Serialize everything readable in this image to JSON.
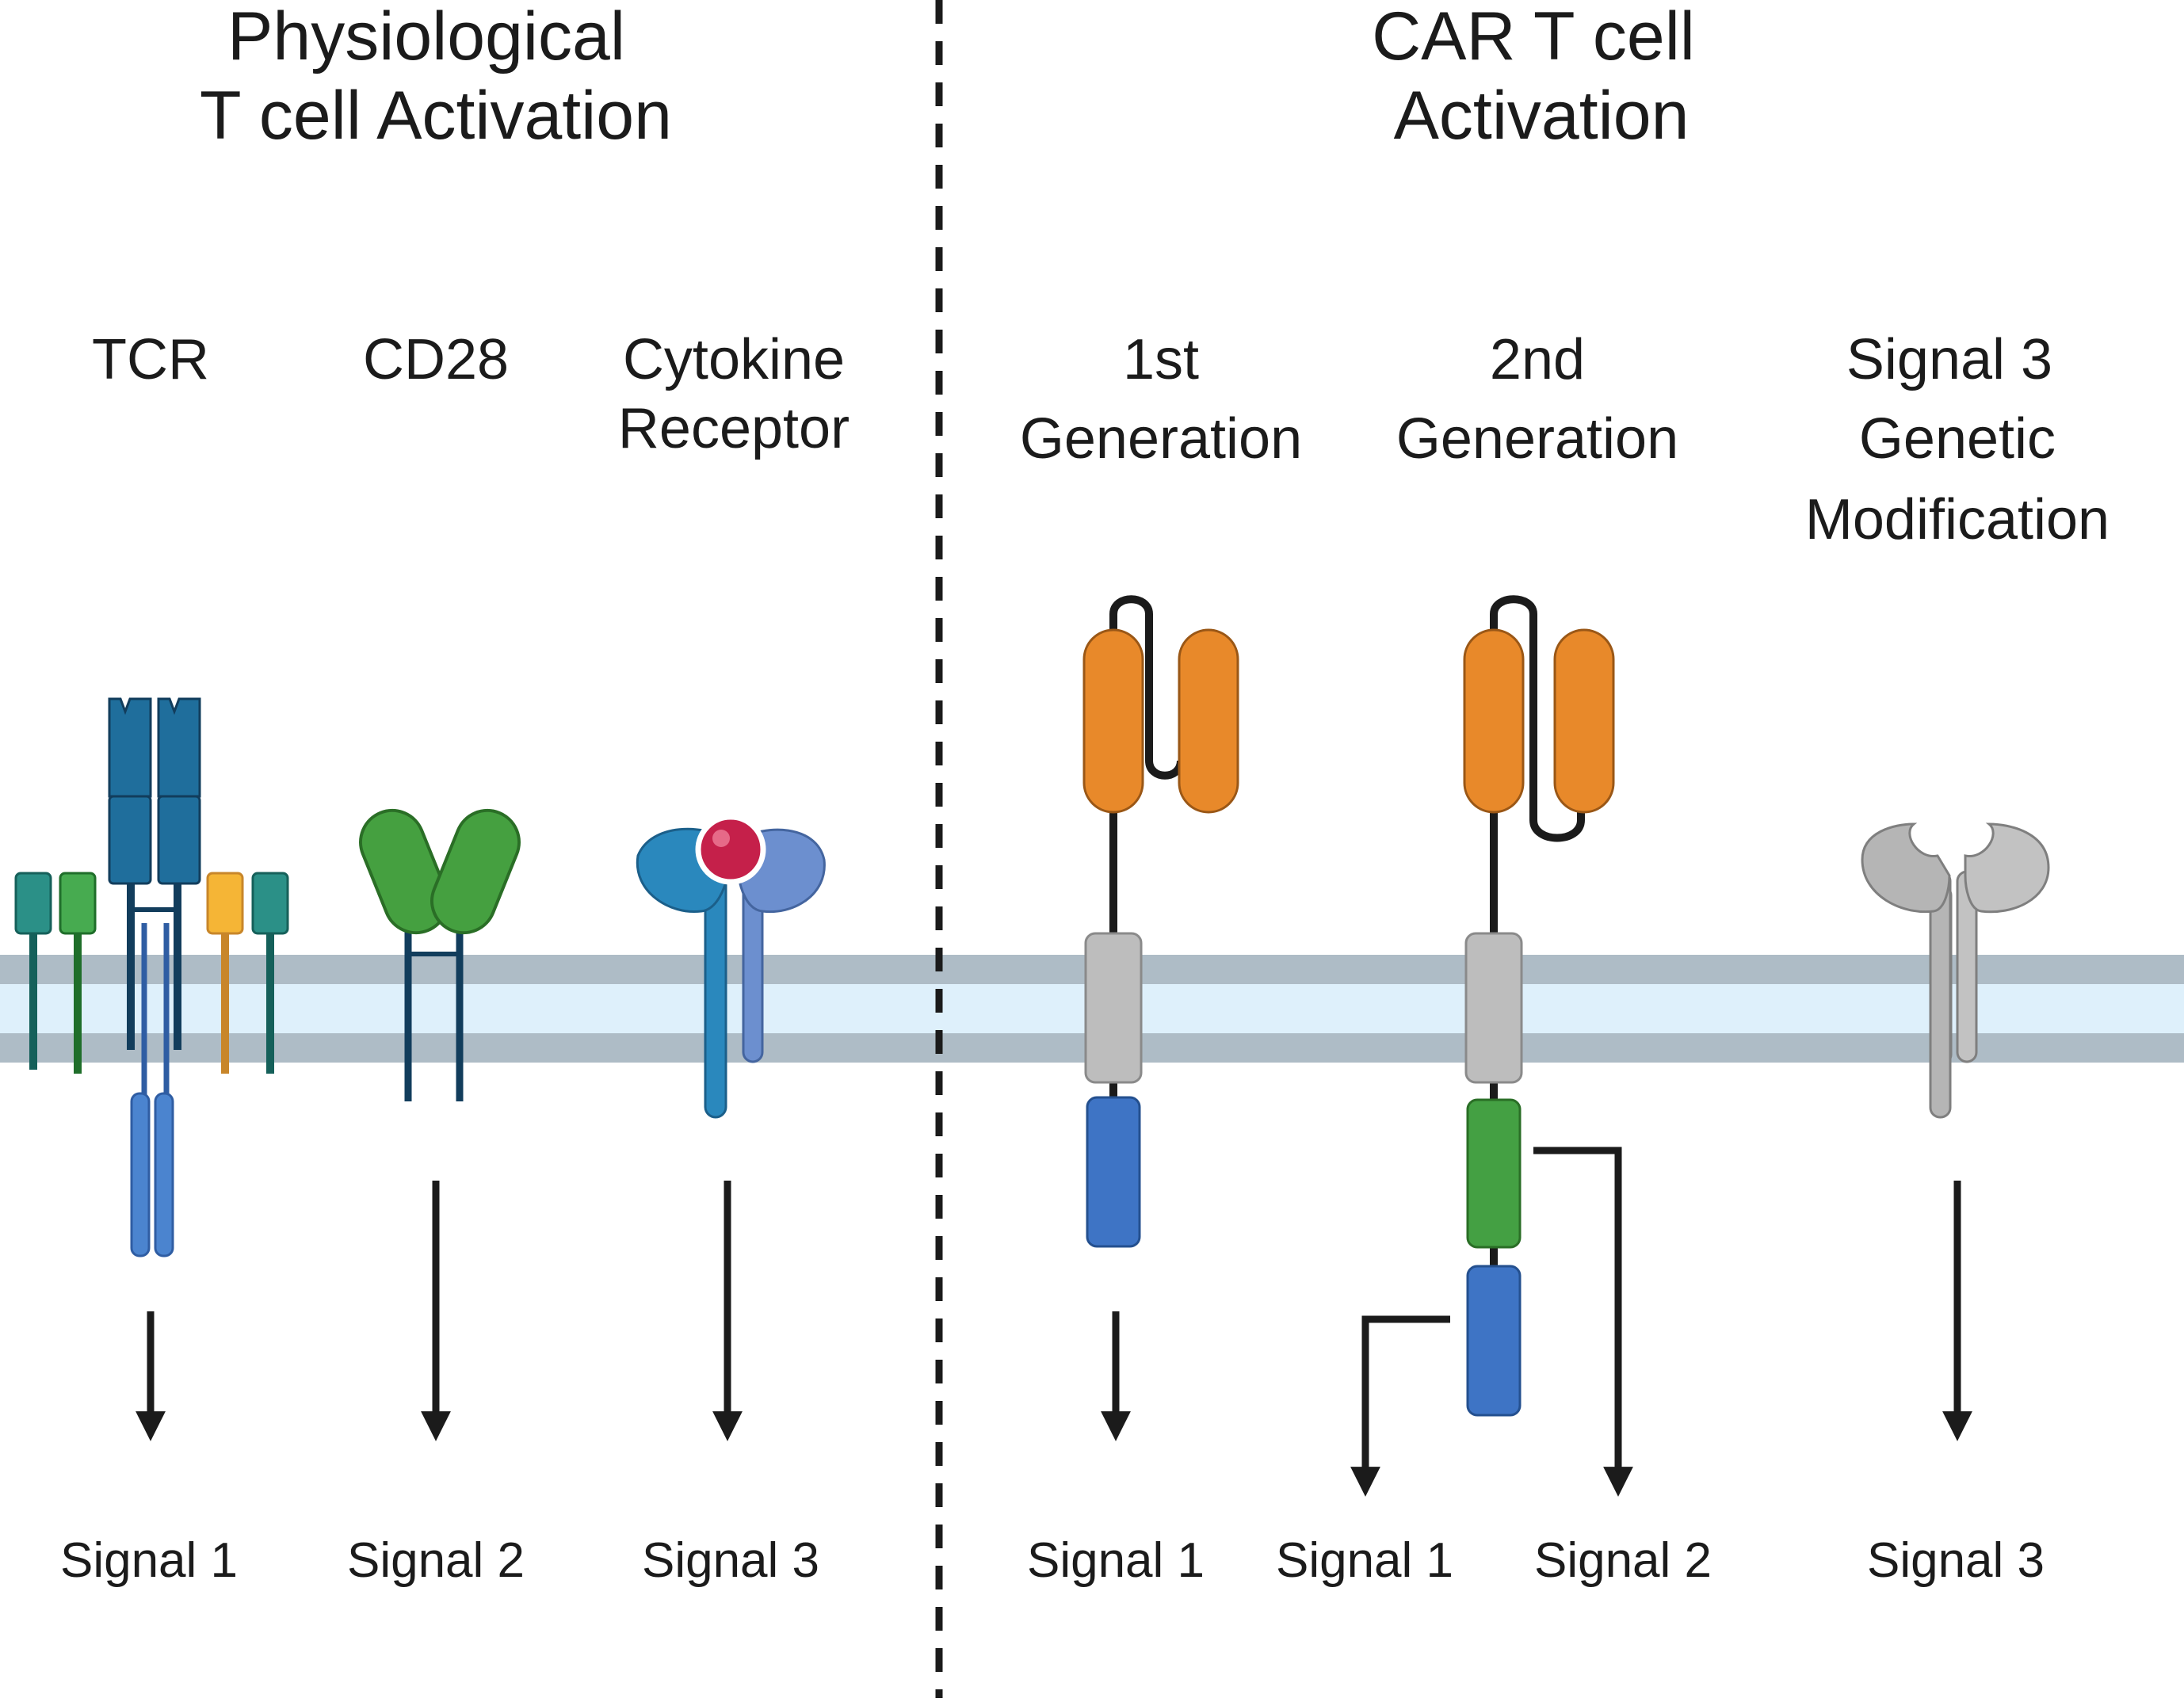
{
  "left_panel": {
    "title_lines": [
      "Physiological",
      "T cell Activation"
    ],
    "receptors": [
      {
        "label_lines": [
          "TCR"
        ],
        "signal": "Signal 1"
      },
      {
        "label_lines": [
          "CD28"
        ],
        "signal": "Signal 2"
      },
      {
        "label_lines": [
          "Cytokine",
          "Receptor"
        ],
        "signal": "Signal 3"
      }
    ]
  },
  "right_panel": {
    "title_lines": [
      "CAR T cell",
      "Activation"
    ],
    "constructs": [
      {
        "label_lines": [
          "1st",
          "Generation"
        ],
        "signals": [
          "Signal 1"
        ]
      },
      {
        "label_lines": [
          "2nd",
          "Generation"
        ],
        "signals": [
          "Signal 1",
          "Signal 2"
        ]
      },
      {
        "label_lines": [
          "Signal 3",
          "Genetic",
          "Modification"
        ],
        "signals": [
          "Signal 3"
        ]
      }
    ]
  },
  "colors": {
    "membrane_band": "#aebcc6",
    "membrane_core": "#def0fb",
    "tcr_dark_blue": "#1f6e9c",
    "tcr_light_blue": "#4b84cf",
    "teal": "#2b9087",
    "green": "#47ab50",
    "cd3_yellow": "#f5b536",
    "cd28_green": "#45a040",
    "cytokine_blue": "#2a88bd",
    "cytokine_lavender": "#6c8fcf",
    "ligand_red": "#c5204a",
    "scfv_orange": "#e8892a",
    "hinge_gray": "#bdbdbd",
    "cd3z_blue": "#3e74c5",
    "costim_green": "#44a043",
    "receptor_gray": "#b5b5b5",
    "arrow_black": "#1b1b1b",
    "divider": "#1b1b1b"
  }
}
